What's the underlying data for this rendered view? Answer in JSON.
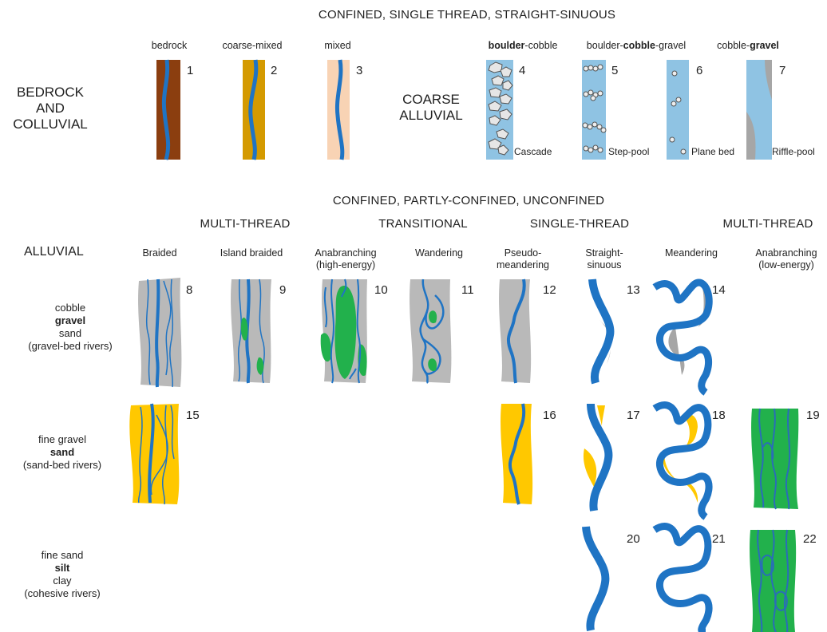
{
  "top": {
    "title": "CONFINED, SINGLE THREAD, STRAIGHT-SINUOUS",
    "row_label": [
      "BEDROCK",
      "AND",
      "COLLUVIAL"
    ],
    "coarse_label": [
      "COARSE",
      "ALLUVIAL"
    ],
    "types": [
      {
        "label": "bedrock",
        "num": "1"
      },
      {
        "label": "coarse-mixed",
        "num": "2"
      },
      {
        "label": "mixed",
        "num": "3"
      }
    ],
    "coarse_types": [
      {
        "pre": "",
        "bold": "boulder",
        "post": "-cobble",
        "num": "4",
        "caption": "Cascade"
      },
      {
        "pre": "boulder-",
        "bold": "cobble",
        "post": "-gravel",
        "num": "5",
        "caption": "Step-pool"
      },
      {
        "pre": "",
        "bold": "",
        "post": "",
        "num": "6",
        "caption": "Plane bed"
      },
      {
        "pre": "cobble-",
        "bold": "gravel",
        "post": "",
        "num": "7",
        "caption": "Riffle-pool"
      }
    ]
  },
  "middle": {
    "title": "CONFINED, PARTLY-CONFINED, UNCONFINED",
    "groups": [
      "MULTI-THREAD",
      "TRANSITIONAL",
      "SINGLE-THREAD",
      "MULTI-THREAD"
    ],
    "alluvial": "ALLUVIAL",
    "columns": [
      [
        "Braided"
      ],
      [
        "Island braided"
      ],
      [
        "Anabranching",
        "(high-energy)"
      ],
      [
        "Wandering"
      ],
      [
        "Pseudo-",
        "meandering"
      ],
      [
        "Straight-",
        "sinuous"
      ],
      [
        "Meandering"
      ],
      [
        "Anabranching",
        "(low-energy)"
      ]
    ]
  },
  "rows": [
    {
      "lines": [
        "cobble",
        "gravel",
        "sand",
        "(gravel-bed  rivers)"
      ],
      "bold_index": 1
    },
    {
      "lines": [
        "fine gravel",
        "sand",
        "(sand-bed rivers)"
      ],
      "bold_index": 1
    },
    {
      "lines": [
        "fine sand",
        "silt",
        "clay",
        "(cohesive rivers)"
      ],
      "bold_index": 1
    }
  ],
  "numbers": [
    "8",
    "9",
    "10",
    "11",
    "12",
    "13",
    "14",
    "15",
    "16",
    "17",
    "18",
    "19",
    "20",
    "21",
    "22"
  ],
  "colors": {
    "water": "#1f74c4",
    "bedrock": "#8b3e0f",
    "coarse_mixed": "#d49a00",
    "mixed": "#f8d3b4",
    "coarse_bg": "#8fc3e3",
    "gravel": "#b9b9b9",
    "sand": "#ffc800",
    "vegetation": "#22b14c"
  }
}
